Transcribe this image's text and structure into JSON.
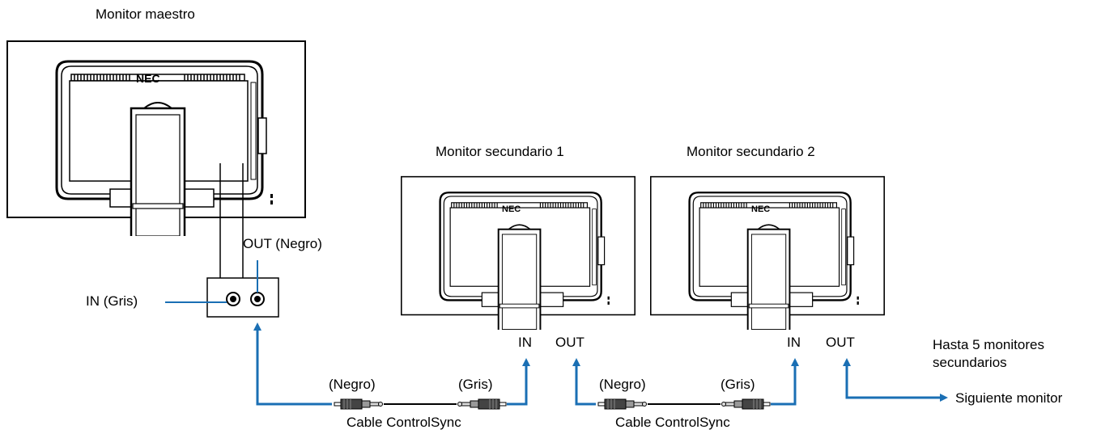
{
  "colors": {
    "arrow": "#1a6fb4",
    "line": "#000000",
    "background": "#ffffff"
  },
  "monitors": {
    "master": {
      "title": "Monitor maestro",
      "logo": "NEC"
    },
    "secondary1": {
      "title": "Monitor secundario 1",
      "logo": "NEC"
    },
    "secondary2": {
      "title": "Monitor secundario 2",
      "logo": "NEC"
    }
  },
  "ports": {
    "master_out": "OUT (Negro)",
    "master_in": "IN (Gris)",
    "sec1_in": "IN",
    "sec1_out": "OUT",
    "sec2_in": "IN",
    "sec2_out": "OUT"
  },
  "cables": [
    {
      "name": "Cable ControlSync",
      "end_a": "(Negro)",
      "end_b": "(Gris)"
    },
    {
      "name": "Cable ControlSync",
      "end_a": "(Negro)",
      "end_b": "(Gris)"
    }
  ],
  "notes": {
    "max_secondary": "Hasta 5 monitores secundarios",
    "next_monitor": "Siguiente monitor"
  }
}
